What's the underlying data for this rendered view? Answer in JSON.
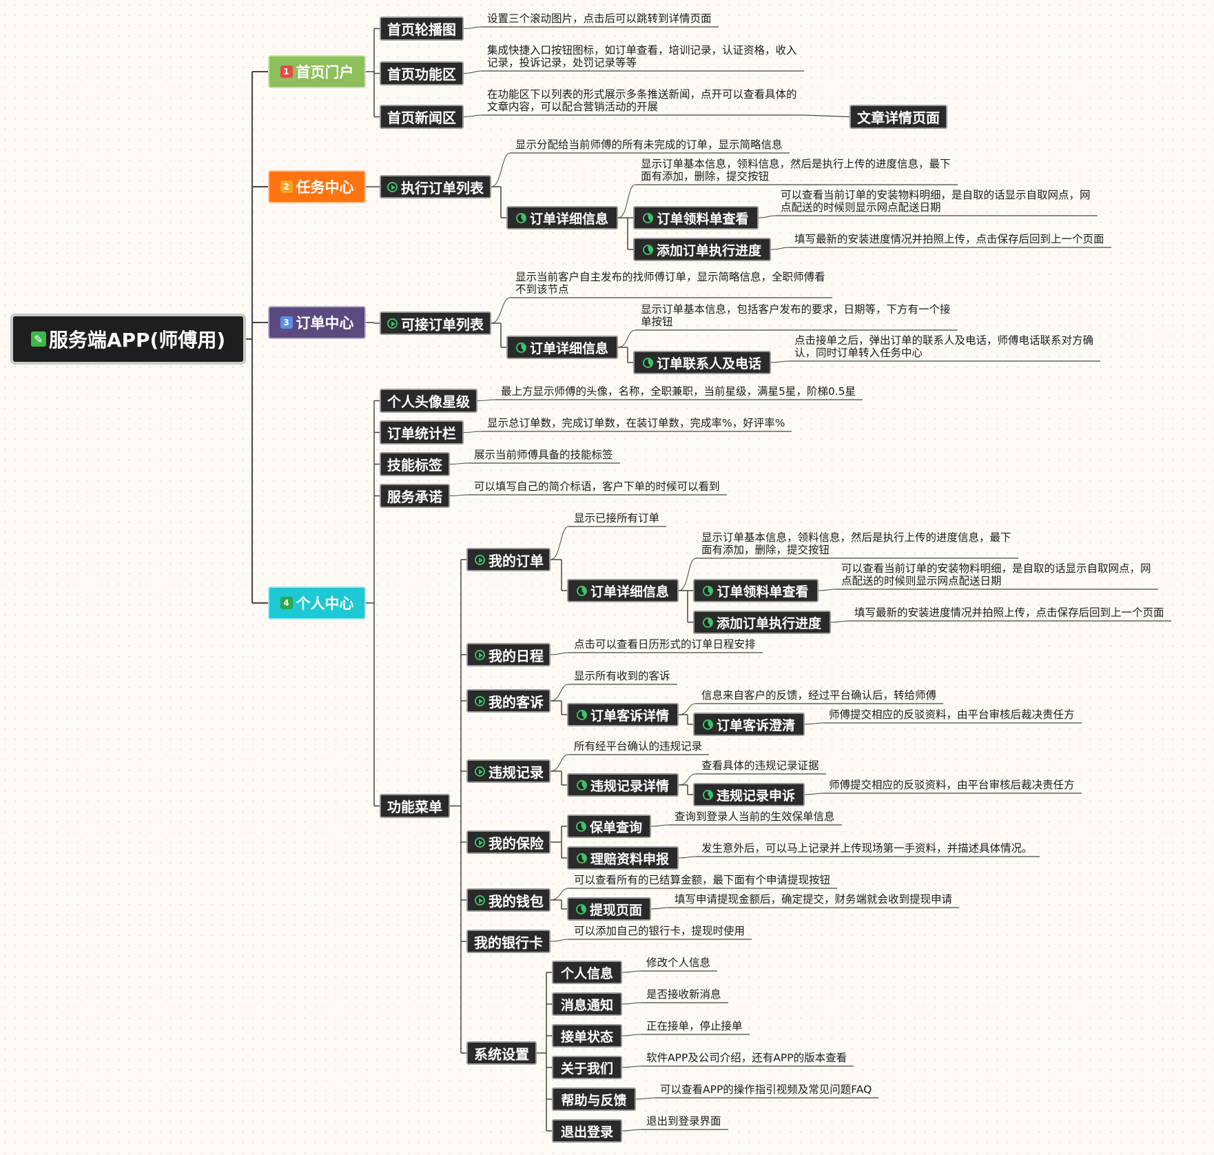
{
  "root": {
    "label": "服务端APP(师傅用)",
    "icon": "edit-icon"
  },
  "branches": [
    {
      "num": "1",
      "label": "首页门户",
      "color": "#8dbf5a",
      "badge_color": "#e84a4a"
    },
    {
      "num": "2",
      "label": "任务中心",
      "color": "#ff7412",
      "badge_color": "#f5a623"
    },
    {
      "num": "3",
      "label": "订单中心",
      "color": "#5a4a80",
      "badge_color": "#5b8fe8"
    },
    {
      "num": "4",
      "label": "个人中心",
      "color": "#1ec8d4",
      "badge_color": "#2aa84a"
    }
  ],
  "homepage": {
    "carousel": {
      "label": "首页轮播图",
      "note": "设置三个滚动图片，点击后可以跳转到详情页面"
    },
    "functions": {
      "label": "首页功能区",
      "note": "集成快捷入口按钮图标，如订单查看，培训记录，认证资格，收入\n记录，投诉记录，处罚记录等等"
    },
    "news": {
      "label": "首页新闻区",
      "note": "在功能区下以列表的形式展示多条推送新闻，点开可以查看具体的\n文章内容，可以配合营销活动的开展",
      "detail": "文章详情页面"
    }
  },
  "task_center": {
    "list": {
      "label": "执行订单列表",
      "note": "显示分配给当前师傅的所有未完成的订单，显示简略信息"
    },
    "detail": {
      "label": "订单详细信息",
      "note": "显示订单基本信息，领料信息，然后是执行上传的进度信息，最下\n面有添加，删除，提交按钮"
    },
    "material": {
      "label": "订单领料单查看",
      "note": "可以查看当前订单的安装物料明细，是自取的话显示自取网点，网\n点配送的时候则显示网点配送日期"
    },
    "progress": {
      "label": "添加订单执行进度",
      "note": "填写最新的安装进度情况并拍照上传，点击保存后回到上一个页面"
    }
  },
  "order_center": {
    "list": {
      "label": "可接订单列表",
      "note": "显示当前客户自主发布的找师傅订单，显示简略信息，全职师傅看\n不到该节点"
    },
    "detail": {
      "label": "订单详细信息",
      "note": "显示订单基本信息，包括客户发布的要求，日期等，下方有一个接\n单按钮"
    },
    "contact": {
      "label": "订单联系人及电话",
      "note": "点击接单之后，弹出订单的联系人及电话，师傅电话联系对方确\n认，同时订单转入任务中心"
    }
  },
  "personal": {
    "avatar": {
      "label": "个人头像星级",
      "note": "最上方显示师傅的头像，名称，全职兼职，当前星级，满星5星，阶梯0.5星"
    },
    "stats": {
      "label": "订单统计栏",
      "note": "显示总订单数，完成订单数，在装订单数，完成率%，好评率%"
    },
    "skills": {
      "label": "技能标签",
      "note": "展示当前师傅具备的技能标签"
    },
    "promise": {
      "label": "服务承诺",
      "note": "可以填写自己的简介标语，客户下单的时候可以看到"
    },
    "menu": {
      "label": "功能菜单"
    },
    "my_orders": {
      "label": "我的订单",
      "note": "显示已接所有订单"
    },
    "mo_detail": {
      "label": "订单详细信息",
      "note": "显示订单基本信息，领料信息，然后是执行上传的进度信息，最下\n面有添加，删除，提交按钮"
    },
    "mo_material": {
      "label": "订单领料单查看",
      "note": "可以查看当前订单的安装物料明细，是自取的话显示自取网点，网\n点配送的时候则显示网点配送日期"
    },
    "mo_progress": {
      "label": "添加订单执行进度",
      "note": "填写最新的安装进度情况并拍照上传，点击保存后回到上一个页面"
    },
    "schedule": {
      "label": "我的日程",
      "note": "点击可以查看日历形式的订单日程安排"
    },
    "complaints": {
      "label": "我的客诉",
      "note": "显示所有收到的客诉"
    },
    "complaint_detail": {
      "label": "订单客诉详情",
      "note": "信息来自客户的反馈，经过平台确认后，转给师傅"
    },
    "complaint_clarify": {
      "label": "订单客诉澄清",
      "note": "师傅提交相应的反驳资料，由平台审核后裁决责任方"
    },
    "violations": {
      "label": "违规记录",
      "note": "所有经平台确认的违规记录"
    },
    "violation_detail": {
      "label": "违规记录详情",
      "note": "查看具体的违规记录证据"
    },
    "violation_appeal": {
      "label": "违规记录申诉",
      "note": "师傅提交相应的反驳资料，由平台审核后裁决责任方"
    },
    "insurance": {
      "label": "我的保险"
    },
    "policy_query": {
      "label": "保单查询",
      "note": "查询到登录人当前的生效保单信息"
    },
    "claim": {
      "label": "理赔资料申报",
      "note": "发生意外后，可以马上记录并上传现场第一手资料，并描述具体情况。"
    },
    "wallet": {
      "label": "我的钱包",
      "note": "可以查看所有的已结算金额，最下面有个申请提现按钮"
    },
    "withdraw": {
      "label": "提现页面",
      "note": "填写申请提现金额后，确定提交，财务端就会收到提现申请"
    },
    "bank_card": {
      "label": "我的银行卡",
      "note": "可以添加自己的银行卡，提现时使用"
    },
    "settings": {
      "label": "系统设置"
    },
    "s_profile": {
      "label": "个人信息",
      "note": "修改个人信息"
    },
    "s_notify": {
      "label": "消息通知",
      "note": "是否接收新消息"
    },
    "s_status": {
      "label": "接单状态",
      "note": "正在接单，停止接单"
    },
    "s_about": {
      "label": "关于我们",
      "note": "软件APP及公司介绍，还有APP的版本查看"
    },
    "s_help": {
      "label": "帮助与反馈",
      "note": "可以查看APP的操作指引视频及常见问题FAQ"
    },
    "s_logout": {
      "label": "退出登录",
      "note": "退出到登录界面"
    }
  }
}
